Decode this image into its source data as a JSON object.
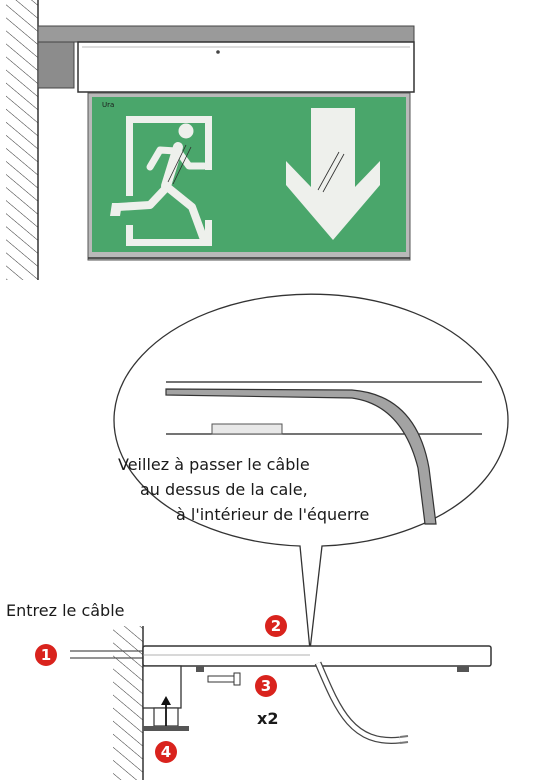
{
  "sign": {
    "brand": "Ura",
    "panel_color": "#4aa66b",
    "figure_color": "#eef0ec"
  },
  "callout": {
    "line1": "Veillez à passer le câble",
    "line2": "au dessus de la cale,",
    "line3": "à l'intérieur de l'équerre"
  },
  "steps": {
    "entry_label": "Entrez le câble",
    "step1": "1",
    "step2": "2",
    "step3": "3",
    "step4": "4",
    "screws_count": "x2",
    "badge_color": "#d9231d"
  }
}
